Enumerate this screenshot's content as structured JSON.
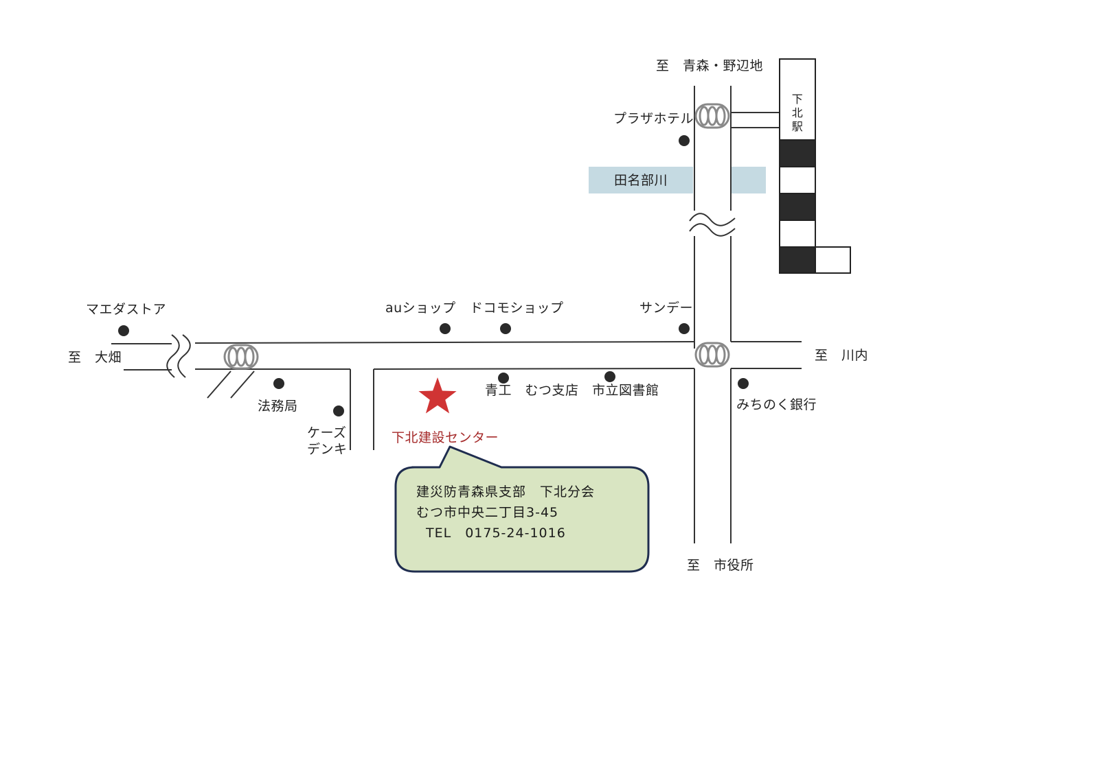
{
  "labels": {
    "to_aomori": "至　青森・野辺地",
    "plaza_hotel": "プラザホテル",
    "station": "下北駅",
    "river": "田名部川",
    "maeda_store": "マエダストア",
    "to_ohata": "至　大畑",
    "au_shop": "auショップ",
    "docomo_shop": "ドコモショップ",
    "sunday": "サンデー",
    "to_kawauchi": "至　川内",
    "legal_affairs": "法務局",
    "ks_denki_1": "ケーズ",
    "ks_denki_2": "デンキ",
    "aoko": "青工　むつ支店",
    "library": "市立図書館",
    "michinoku_bank": "みちのく銀行",
    "target": "下北建設センター",
    "to_city_hall": "至　市役所"
  },
  "callout": {
    "line1": "建災防青森県支部　下北分会",
    "line2": "むつ市中央二丁目3-45",
    "line3": "TEL　0175-24-1016"
  },
  "colors": {
    "road": "#333333",
    "river": "#c5dae2",
    "star": "#d03434",
    "target_text": "#a52a2a",
    "callout_fill": "#d9e5c2",
    "callout_border": "#1f2d4f",
    "signal": "#888888"
  }
}
